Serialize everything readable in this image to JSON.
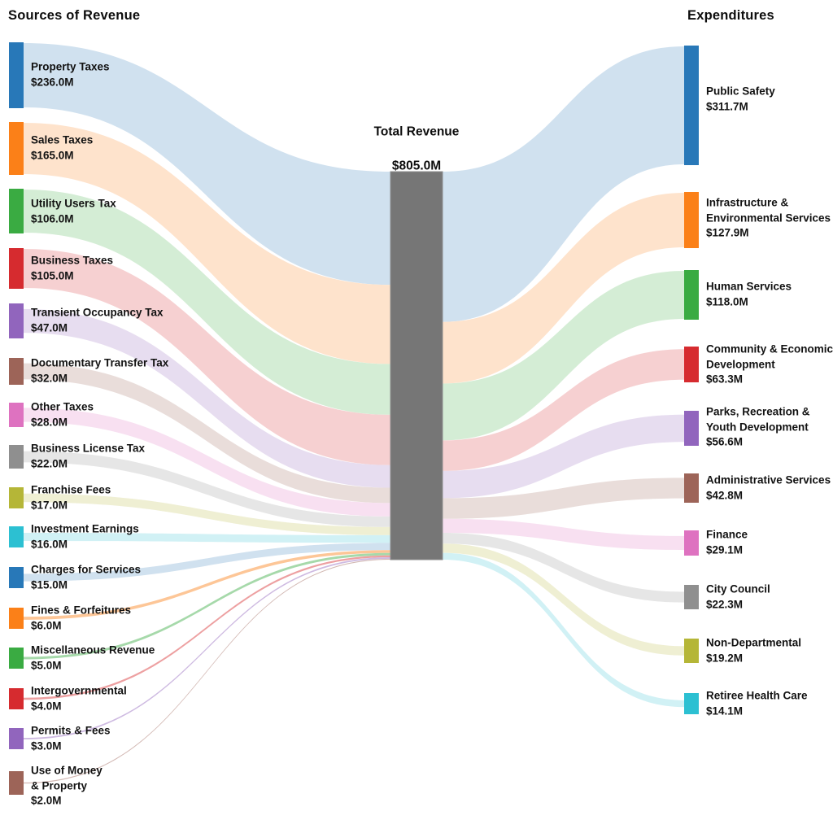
{
  "chart_data": {
    "type": "sankey",
    "left_header": "Sources of Revenue",
    "right_header": "Expenditures",
    "center_node": {
      "label": "Total Revenue",
      "value_label": "$805.0M",
      "value": 805.0,
      "color": "#767676"
    },
    "sources": [
      {
        "label": "Property Taxes",
        "value": 236.0,
        "value_label": "$236.0M",
        "color": "#2878b8"
      },
      {
        "label": "Sales Taxes",
        "value": 165.0,
        "value_label": "$165.0M",
        "color": "#fb8018"
      },
      {
        "label": "Utility Users Tax",
        "value": 106.0,
        "value_label": "$106.0M",
        "color": "#3aab42"
      },
      {
        "label": "Business Taxes",
        "value": 105.0,
        "value_label": "$105.0M",
        "color": "#d62b2f"
      },
      {
        "label": "Transient Occupancy Tax",
        "value": 47.0,
        "value_label": "$47.0M",
        "color": "#9165bd"
      },
      {
        "label": "Documentary Transfer Tax",
        "value": 32.0,
        "value_label": "$32.0M",
        "color": "#9d6458"
      },
      {
        "label": "Other Taxes",
        "value": 28.0,
        "value_label": "$28.0M",
        "color": "#de72c0"
      },
      {
        "label": "Business License Tax",
        "value": 22.0,
        "value_label": "$22.0M",
        "color": "#8f8f8f"
      },
      {
        "label": "Franchise Fees",
        "value": 17.0,
        "value_label": "$17.0M",
        "color": "#b5b637"
      },
      {
        "label": "Investment Earnings",
        "value": 16.0,
        "value_label": "$16.0M",
        "color": "#2cc0d2"
      },
      {
        "label": "Charges for Services",
        "value": 15.0,
        "value_label": "$15.0M",
        "color": "#2878b8"
      },
      {
        "label": "Fines & Forfeitures",
        "value": 6.0,
        "value_label": "$6.0M",
        "color": "#fb8018"
      },
      {
        "label": "Miscellaneous Revenue",
        "value": 5.0,
        "value_label": "$5.0M",
        "color": "#3aab42"
      },
      {
        "label": "Intergovernmental",
        "value": 4.0,
        "value_label": "$4.0M",
        "color": "#d62b2f"
      },
      {
        "label": "Permits & Fees",
        "value": 3.0,
        "value_label": "$3.0M",
        "color": "#9165bd"
      },
      {
        "label": "Use of Money\n& Property",
        "value": 2.0,
        "value_label": "$2.0M",
        "color": "#9d6458"
      }
    ],
    "expenditures": [
      {
        "label": "Public Safety",
        "value": 311.7,
        "value_label": "$311.7M",
        "color": "#2878b8"
      },
      {
        "label": "Infrastructure &\nEnvironmental Services",
        "value": 127.9,
        "value_label": "$127.9M",
        "color": "#fb8018"
      },
      {
        "label": "Human Services",
        "value": 118.0,
        "value_label": "$118.0M",
        "color": "#3aab42"
      },
      {
        "label": "Community & Economic\nDevelopment",
        "value": 63.3,
        "value_label": "$63.3M",
        "color": "#d62b2f"
      },
      {
        "label": "Parks, Recreation &\nYouth Development",
        "value": 56.6,
        "value_label": "$56.6M",
        "color": "#9165bd"
      },
      {
        "label": "Administrative Services",
        "value": 42.8,
        "value_label": "$42.8M",
        "color": "#9d6458"
      },
      {
        "label": "Finance",
        "value": 29.1,
        "value_label": "$29.1M",
        "color": "#de72c0"
      },
      {
        "label": "City Council",
        "value": 22.3,
        "value_label": "$22.3M",
        "color": "#8f8f8f"
      },
      {
        "label": "Non-Departmental",
        "value": 19.2,
        "value_label": "$19.2M",
        "color": "#b5b637"
      },
      {
        "label": "Retiree Health Care",
        "value": 14.1,
        "value_label": "$14.1M",
        "color": "#2cc0d2"
      }
    ]
  }
}
